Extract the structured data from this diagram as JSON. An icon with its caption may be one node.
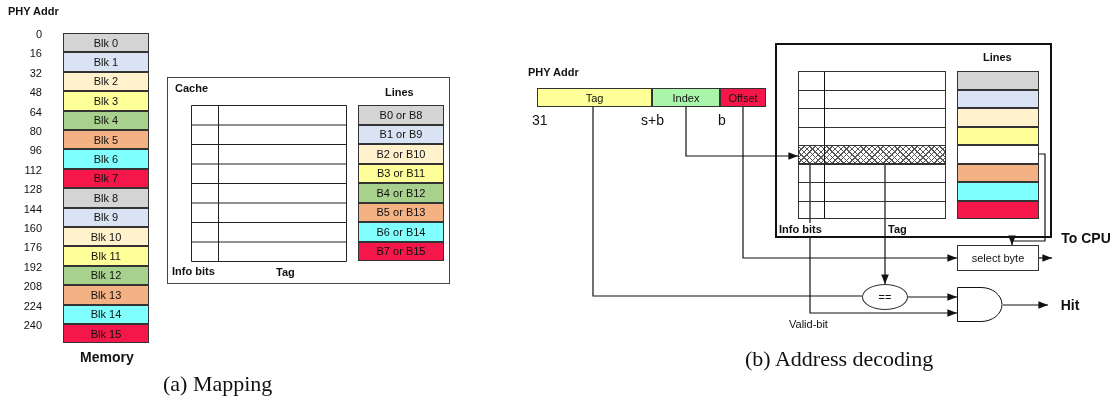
{
  "diagram": {
    "nodes": [
      {
        "text": [
          "Blk 0"
        ]
      },
      {
        "text": [
          "Blk 1"
        ]
      },
      {
        "text": [
          "Blk 2"
        ]
      },
      {
        "text": [
          "Blk 3"
        ]
      },
      {
        "text": [
          "Blk 4"
        ]
      },
      {
        "text": [
          "Blk 5"
        ]
      },
      {
        "text": [
          "Blk 6"
        ]
      },
      {
        "text": [
          "Blk 7"
        ]
      },
      {
        "text": [
          "Blk 8"
        ]
      },
      {
        "text": [
          "Blk 9"
        ]
      },
      {
        "text": [
          "Blk 10"
        ]
      },
      {
        "text": [
          "Blk 11"
        ]
      },
      {
        "text": [
          "Blk 12"
        ]
      },
      {
        "text": [
          "Blk 13"
        ]
      },
      {
        "text": [
          "Blk 14"
        ]
      },
      {
        "text": [
          "Blk 15"
        ]
      },
      {
        "text": [
          "Cache"
        ]
      },
      {
        "text": [
          "B0 or B8"
        ],
        "in": 16
      },
      {
        "text": [
          "B1 or B9"
        ],
        "in": 16
      },
      {
        "text": [
          "B2 or B10"
        ],
        "in": 16
      },
      {
        "text": [
          "B3 or B11"
        ],
        "in": 16
      },
      {
        "text": [
          "B4 or B12"
        ],
        "in": 16
      },
      {
        "text": [
          "B5 or B13"
        ],
        "in": 16
      },
      {
        "text": [
          "B6 or B14"
        ],
        "in": 16
      },
      {
        "text": [
          "B7 or B15"
        ],
        "in": 16
      },
      {
        "text": [
          "Tag"
        ]
      },
      {
        "text": [
          "Index"
        ]
      },
      {
        "text": [
          "Offset"
        ]
      },
      {
        "text": [],
        "shape": "box"
      },
      {
        "text": [],
        "shape": "box",
        "in": 28
      },
      {
        "text": [],
        "shape": "box",
        "in": 29
      },
      {
        "text": [],
        "shape": "box",
        "in": 28
      },
      {
        "text": [],
        "shape": "box",
        "in": 28
      },
      {
        "text": [],
        "shape": "box",
        "in": 28
      },
      {
        "text": [],
        "shape": "box",
        "in": 28
      },
      {
        "text": [],
        "shape": "box",
        "in": 28
      },
      {
        "text": [],
        "shape": "box",
        "in": 28
      },
      {
        "text": [],
        "shape": "box",
        "in": 28
      },
      {
        "text": [],
        "shape": "box",
        "in": 28
      },
      {
        "text": [
          "select byte"
        ]
      },
      {
        "text": [
          "To CPU"
        ]
      },
      {
        "text": [
          "=="
        ]
      },
      {
        "text": [],
        "shape": "gate"
      },
      {
        "text": [
          "Hit"
        ]
      }
    ],
    "edges": [
      {
        "from": 26,
        "to": 30,
        "arrow": "to"
      },
      {
        "from": 27,
        "to": 39,
        "arrow": "to"
      },
      {
        "from": 35,
        "to": 39,
        "arrow": "to"
      },
      {
        "from": 39,
        "to": 40,
        "arrow": "to"
      },
      {
        "from": 25,
        "to": 41,
        "arrow": "none"
      },
      {
        "from": 30,
        "to": 41,
        "arrow": "to"
      },
      {
        "from": 41,
        "to": 42,
        "arrow": "to"
      },
      {
        "from": 30,
        "to": 42,
        "arrow": "to",
        "label": "Valid-bit"
      },
      {
        "from": 42,
        "to": 43,
        "arrow": "to"
      }
    ],
    "labels": [
      "PHY Addr",
      "0",
      "16",
      "32",
      "48",
      "64",
      "80",
      "96",
      "112",
      "128",
      "144",
      "160",
      "176",
      "192",
      "208",
      "224",
      "240",
      "Memory",
      "Lines",
      "Info bits",
      "Tag",
      "(a) Mapping",
      "PHY Addr",
      "31",
      "s+b",
      "b",
      "Lines",
      "Info bits",
      "Tag",
      "(b) Address decoding"
    ]
  }
}
